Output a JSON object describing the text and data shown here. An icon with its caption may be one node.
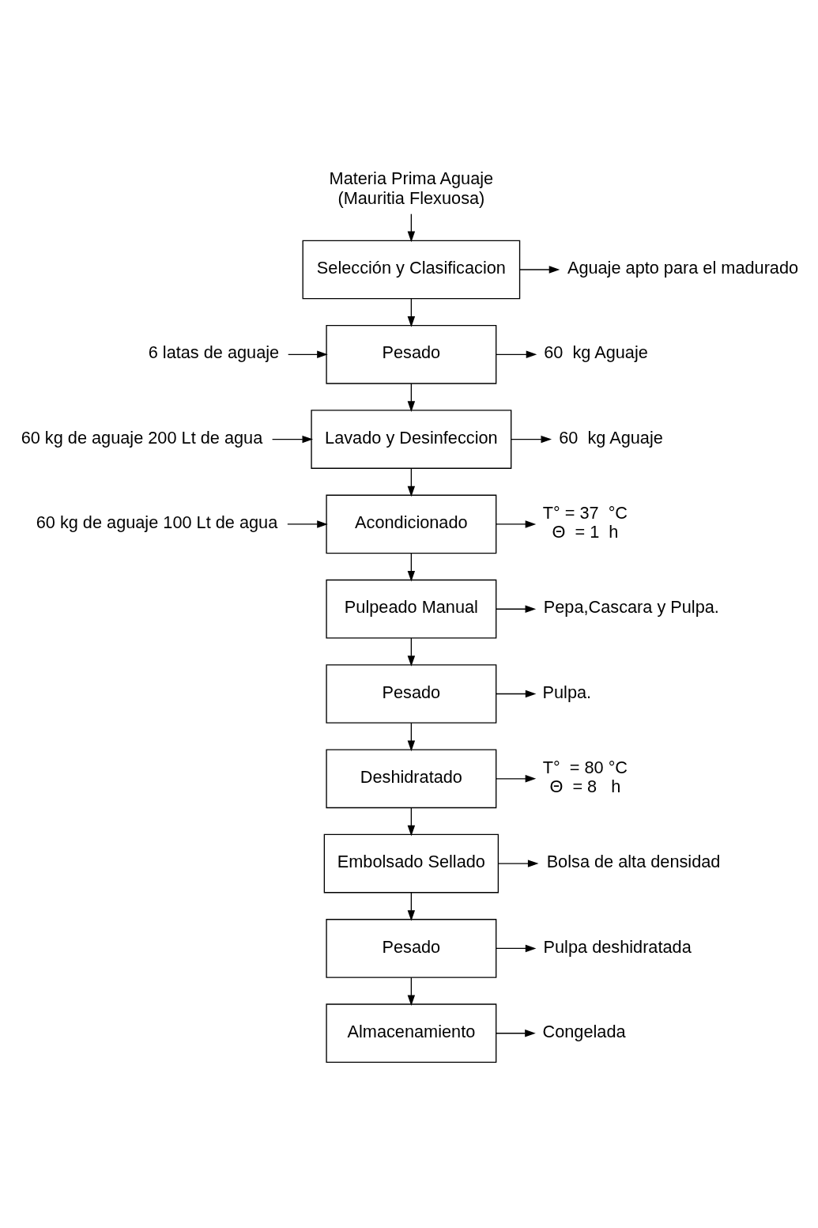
{
  "diagram": {
    "nodes": [
      {
        "text": [
          "Materia Prima Aguaje",
          "(Mauritia Flexuosa)"
        ]
      },
      {
        "text": [
          "Selección y Clasificacion"
        ]
      },
      {
        "text": [
          "Aguaje apto para el madurado"
        ]
      },
      {
        "text": [
          "6 latas de aguaje"
        ]
      },
      {
        "text": [
          "Pesado"
        ]
      },
      {
        "text": [
          "60  kg Aguaje"
        ]
      },
      {
        "text": [
          "60 kg de aguaje 200 Lt de agua"
        ]
      },
      {
        "text": [
          "Lavado y Desinfeccion"
        ]
      },
      {
        "text": [
          "60  kg Aguaje"
        ]
      },
      {
        "text": [
          "60 kg de aguaje 100 Lt de agua"
        ]
      },
      {
        "text": [
          "Acondicionado"
        ]
      },
      {
        "text": [
          "T° = 37  °C",
          "Θ  = 1  h"
        ]
      },
      {
        "text": [
          "Pulpeado Manual"
        ]
      },
      {
        "text": [
          "Pepa,Cascara y Pulpa."
        ]
      },
      {
        "text": [
          "Pesado"
        ]
      },
      {
        "text": [
          "Pulpa."
        ]
      },
      {
        "text": [
          "Deshidratado"
        ]
      },
      {
        "text": [
          "T°  = 80 °C",
          "Θ  = 8   h"
        ]
      },
      {
        "text": [
          "Embolsado Sellado"
        ]
      },
      {
        "text": [
          "Bolsa de alta densidad"
        ]
      },
      {
        "text": [
          "Pesado"
        ]
      },
      {
        "text": [
          "Pulpa deshidratada"
        ]
      },
      {
        "text": [
          "Almacenamiento"
        ]
      },
      {
        "text": [
          "Congelada"
        ]
      }
    ],
    "edges": [
      {
        "from": 0,
        "to": 1,
        "arrow": "to"
      },
      {
        "from": 1,
        "to": 2,
        "arrow": "to"
      },
      {
        "from": 1,
        "to": 4,
        "arrow": "to"
      },
      {
        "from": 3,
        "to": 4,
        "arrow": "to"
      },
      {
        "from": 4,
        "to": 5,
        "arrow": "to"
      },
      {
        "from": 4,
        "to": 7,
        "arrow": "to"
      },
      {
        "from": 6,
        "to": 7,
        "arrow": "to"
      },
      {
        "from": 7,
        "to": 8,
        "arrow": "to"
      },
      {
        "from": 7,
        "to": 10,
        "arrow": "to"
      },
      {
        "from": 9,
        "to": 10,
        "arrow": "to"
      },
      {
        "from": 10,
        "to": 11,
        "arrow": "to"
      },
      {
        "from": 10,
        "to": 12,
        "arrow": "to"
      },
      {
        "from": 12,
        "to": 13,
        "arrow": "to"
      },
      {
        "from": 12,
        "to": 14,
        "arrow": "to"
      },
      {
        "from": 14,
        "to": 15,
        "arrow": "to"
      },
      {
        "from": 14,
        "to": 16,
        "arrow": "to"
      },
      {
        "from": 16,
        "to": 17,
        "arrow": "to"
      },
      {
        "from": 16,
        "to": 18,
        "arrow": "to"
      },
      {
        "from": 18,
        "to": 19,
        "arrow": "to"
      },
      {
        "from": 18,
        "to": 20,
        "arrow": "to"
      },
      {
        "from": 20,
        "to": 21,
        "arrow": "to"
      },
      {
        "from": 20,
        "to": 22,
        "arrow": "to"
      },
      {
        "from": 22,
        "to": 23,
        "arrow": "to"
      }
    ]
  }
}
